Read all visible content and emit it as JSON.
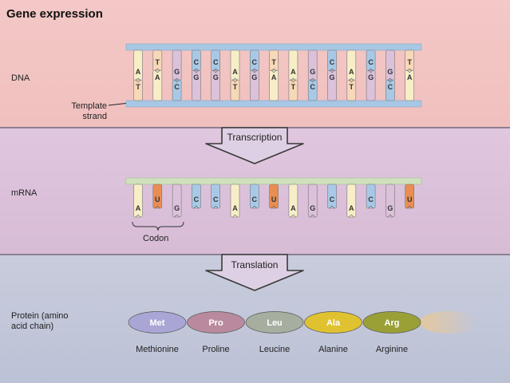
{
  "title": "Gene expression",
  "labels": {
    "dna": "DNA",
    "template_strand": "Template strand",
    "transcription": "Transcription",
    "mrna": "mRNA",
    "codon": "Codon",
    "translation": "Translation",
    "protein": "Protein (amino acid chain)"
  },
  "dna": {
    "coding": [
      "A",
      "T",
      "G",
      "C",
      "C",
      "A",
      "C",
      "T",
      "A",
      "G",
      "C",
      "A",
      "C",
      "G",
      "T"
    ],
    "template": [
      "T",
      "A",
      "C",
      "G",
      "G",
      "T",
      "G",
      "A",
      "T",
      "C",
      "G",
      "T",
      "G",
      "C",
      "A"
    ]
  },
  "mrna": [
    "A",
    "U",
    "G",
    "C",
    "C",
    "A",
    "C",
    "U",
    "A",
    "G",
    "C",
    "A",
    "C",
    "G",
    "U"
  ],
  "amino_acids": [
    {
      "abbr": "Met",
      "name": "Methionine",
      "color": "#a9a6d6"
    },
    {
      "abbr": "Pro",
      "name": "Proline",
      "color": "#b98a9e"
    },
    {
      "abbr": "Leu",
      "name": "Leucine",
      "color": "#a6aea0"
    },
    {
      "abbr": "Ala",
      "name": "Alanine",
      "color": "#e0c230"
    },
    {
      "abbr": "Arg",
      "name": "Arginine",
      "color": "#9aa036"
    }
  ],
  "colors": {
    "A": "#f7eec8",
    "T": "#f7d8b8",
    "G": "#dcc1da",
    "C": "#a8c9e6",
    "U": "#e88e52",
    "backbone_dna": "#a7c7e4",
    "backbone_rna": "#cfe0bc",
    "arrow": "#ded0e4"
  }
}
